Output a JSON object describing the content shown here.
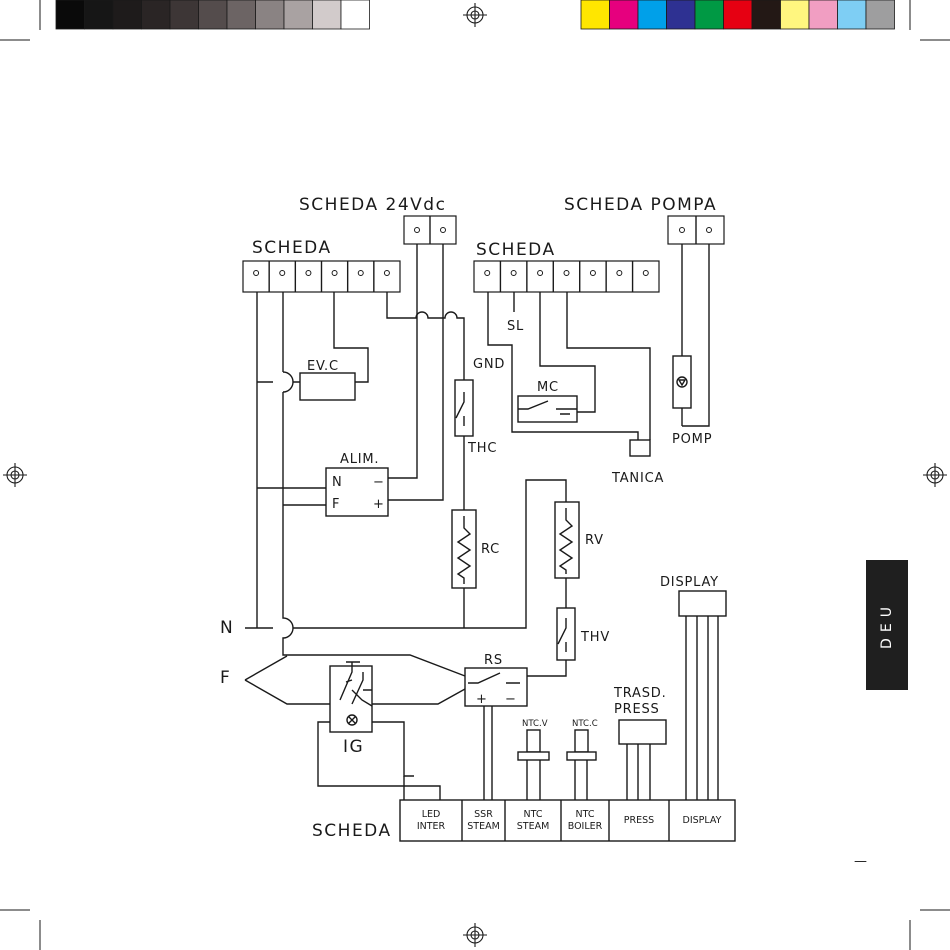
{
  "page_tab": {
    "language": "DEU"
  },
  "color_bars": {
    "gray_scale": [
      "#0a0a0a",
      "#161616",
      "#1e1b1b",
      "#2a2525",
      "#3d3636",
      "#544c4c",
      "#6c6464",
      "#8a8383",
      "#a9a2a2",
      "#d2cbcb",
      "#ffffff"
    ],
    "process": [
      "#ffe600",
      "#e6007e",
      "#00a0e9",
      "#2e3192",
      "#009944",
      "#e60012",
      "#231815",
      "#fff67f",
      "#f19ec2",
      "#7ecef4",
      "#9e9e9f"
    ]
  },
  "diagram": {
    "connectors": {
      "scheda_main": "SCHEDA",
      "scheda_24v": "SCHEDA 24Vdc",
      "scheda_right": "SCHEDA",
      "scheda_pompa": "SCHEDA POMPA",
      "scheda_bottom": "SCHEDA",
      "display": "DISPLAY",
      "trasd_line1": "TRASD.",
      "trasd_line2": "PRESS"
    },
    "components": {
      "evc": "EV.C",
      "alim": "ALIM.",
      "alim_n": "N",
      "alim_f": "F",
      "alim_minus": "−",
      "alim_plus": "+",
      "thc": "THC",
      "rc": "RC",
      "gnd": "GND",
      "sl": "SL",
      "mc": "MC",
      "tanica": "TANICA",
      "pomp": "POMP",
      "rv": "RV",
      "thv": "THV",
      "rs": "RS",
      "rs_plus": "+",
      "rs_minus": "−",
      "ig": "IG",
      "ntcv": "NTC.V",
      "ntcc": "NTC.C"
    },
    "mains": {
      "n": "N",
      "f": "F"
    },
    "bottom_blocks": [
      {
        "line1": "LED",
        "line2": "INTER"
      },
      {
        "line1": "SSR",
        "line2": "STEAM"
      },
      {
        "line1": "NTC",
        "line2": "STEAM"
      },
      {
        "line1": "NTC",
        "line2": "BOILER"
      },
      {
        "line1": "PRESS",
        "line2": ""
      },
      {
        "line1": "DISPLAY",
        "line2": ""
      }
    ]
  },
  "footer": {
    "page_mark": "—"
  }
}
